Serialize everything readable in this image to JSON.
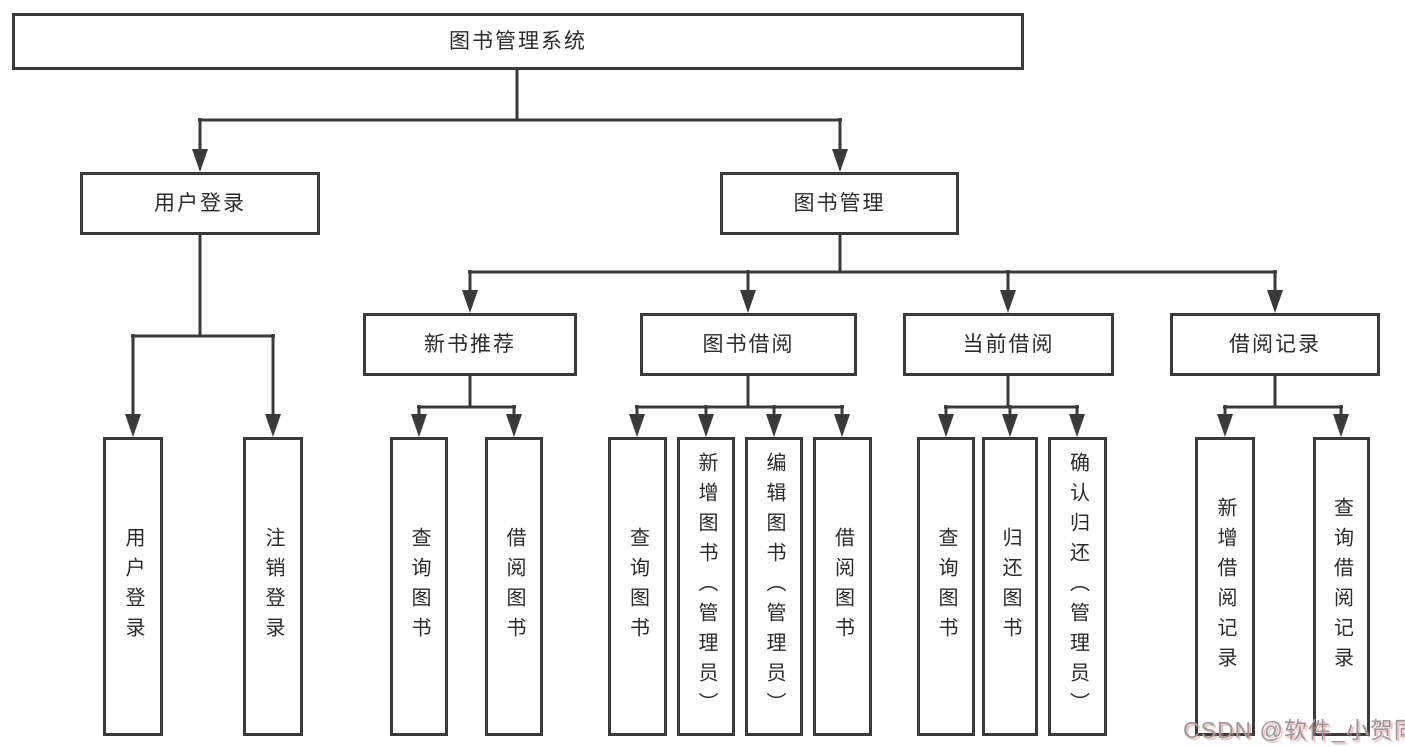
{
  "tree": {
    "root": {
      "label": "图书管理系统",
      "children": [
        {
          "label": "用户登录",
          "children": [
            {
              "label": "用户登录"
            },
            {
              "label": "注销登录"
            }
          ]
        },
        {
          "label": "图书管理",
          "children": [
            {
              "label": "新书推荐",
              "children": [
                {
                  "label": "查询图书"
                },
                {
                  "label": "借阅图书"
                }
              ]
            },
            {
              "label": "图书借阅",
              "children": [
                {
                  "label": "查询图书"
                },
                {
                  "label": "新增图书（管理员）"
                },
                {
                  "label": "编辑图书（管理员）"
                },
                {
                  "label": "借阅图书"
                }
              ]
            },
            {
              "label": "当前借阅",
              "children": [
                {
                  "label": "查询图书"
                },
                {
                  "label": "归还图书"
                },
                {
                  "label": "确认归还（管理员）"
                }
              ]
            },
            {
              "label": "借阅记录",
              "children": [
                {
                  "label": "新增借阅记录"
                },
                {
                  "label": "查询借阅记录"
                }
              ]
            }
          ]
        }
      ]
    }
  },
  "watermark": {
    "text": "CSDN @软件_小贺同学"
  },
  "colors": {
    "line": "#3a3a3a",
    "box_border": "#3a3a3a",
    "text": "#2b2b2b",
    "background": "#ffffff",
    "watermark_text": "#9a9a9a",
    "watermark_shadow": "#e87f7f"
  }
}
